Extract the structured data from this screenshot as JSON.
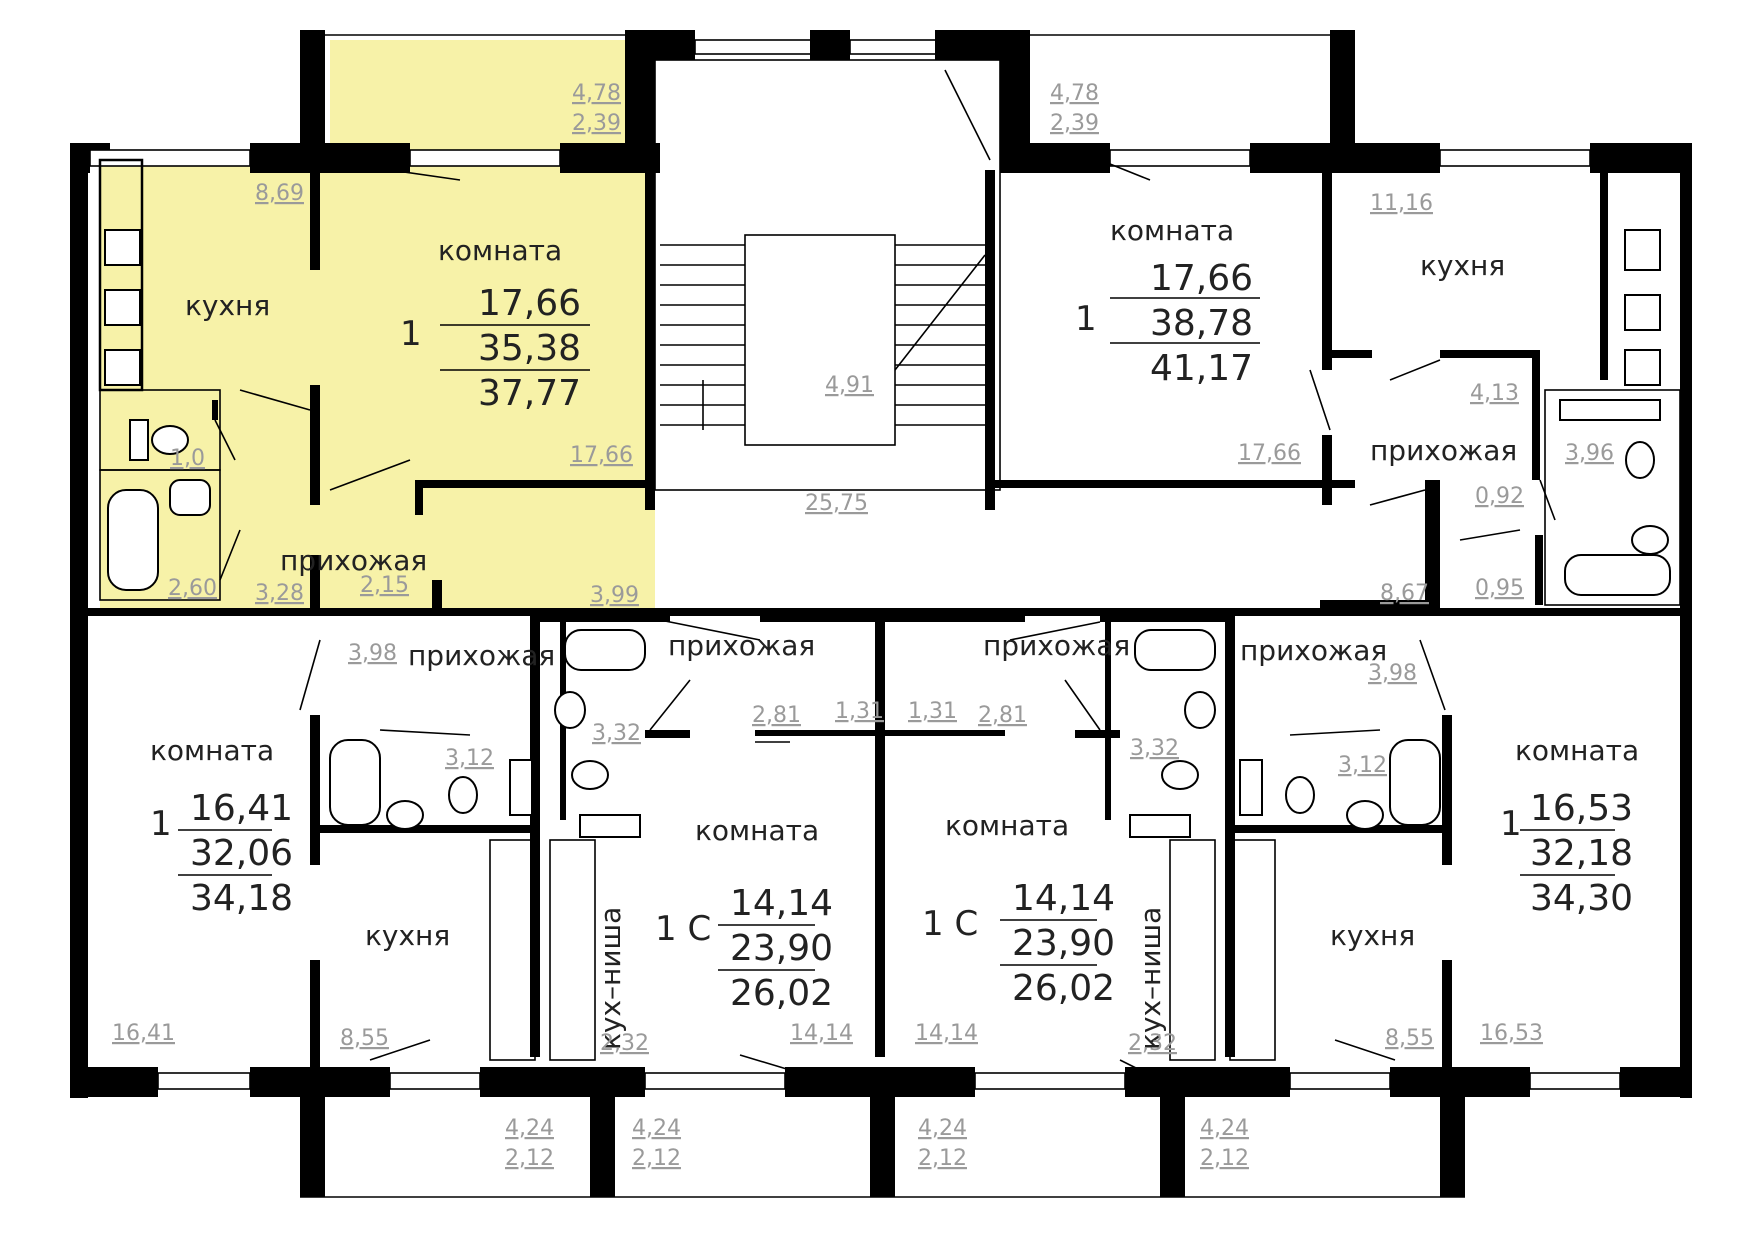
{
  "plan": {
    "highlight_color": "#f7f2a8",
    "wall_color": "#000000",
    "secondary_text_color": "#9a9a9a",
    "apartments": [
      {
        "id": "a1",
        "rooms": "1",
        "living": "17,66",
        "total": "35,38",
        "total_with_balcony": "37,77"
      },
      {
        "id": "a2",
        "rooms": "1",
        "living": "17,66",
        "total": "38,78",
        "total_with_balcony": "41,17"
      },
      {
        "id": "a3",
        "rooms": "1",
        "living": "16,41",
        "total": "32,06",
        "total_with_balcony": "34,18"
      },
      {
        "id": "a4",
        "rooms": "1 С",
        "living": "14,14",
        "total": "23,90",
        "total_with_balcony": "26,02"
      },
      {
        "id": "a5",
        "rooms": "1 С",
        "living": "14,14",
        "total": "23,90",
        "total_with_balcony": "26,02"
      },
      {
        "id": "a6",
        "rooms": "1",
        "living": "16,53",
        "total": "32,18",
        "total_with_balcony": "34,30"
      }
    ],
    "room_labels": {
      "a1_room": "комната",
      "a1_kitchen": "кухня",
      "a1_hall": "прихожая",
      "a2_room": "комната",
      "a2_kitchen": "кухня",
      "a2_hall": "прихожая",
      "a3_room": "комната",
      "a3_kitchen": "кухня",
      "a3_hall": "прихожая",
      "a4_room": "комната",
      "a4_hall": "прихожая",
      "a4_niche": "кух–ниша",
      "a5_room": "комната",
      "a5_hall": "прихожая",
      "a5_niche": "кух–ниша",
      "a6_room": "комната",
      "a6_kitchen": "кухня",
      "a6_hall": "прихожая"
    },
    "areas": {
      "a1_balcony": "4,78",
      "a1_balcony_red": "2,39",
      "a1_kitchen": "8,69",
      "a1_wc": "1,0",
      "a1_bath": "2,60",
      "a1_hall": "3,28",
      "a1_hall2": "2,15",
      "a1_room": "17,66",
      "a2_balcony": "4,78",
      "a2_balcony_red": "2,39",
      "a2_kitchen": "11,16",
      "a2_room": "17,66",
      "a2_hall": "4,13",
      "a2_bath": "3,96",
      "a2_wc": "0,92",
      "a2_wc2": "0,95",
      "a2_hall2": "8,67",
      "stair": "4,91",
      "corridor": "25,75",
      "a3_hall": "3,98",
      "a3_bath": "3,12",
      "a3_room": "16,41",
      "a3_kitchen": "8,55",
      "a4_hall": "3,99",
      "a4_bath": "3,32",
      "a4_closet": "2,81",
      "a4_closet2": "1,31",
      "a4_niche": "2,32",
      "a4_room": "14,14",
      "a5_closet": "1,31",
      "a5_closet2": "2,81",
      "a5_bath": "3,32",
      "a5_niche": "2,32",
      "a5_room": "14,14",
      "a6_hall": "3,98",
      "a6_bath": "3,12",
      "a6_kitchen": "8,55",
      "a6_room": "16,53",
      "b1": "4,24",
      "b1r": "2,12",
      "b2": "4,24",
      "b2r": "2,12",
      "b3": "4,24",
      "b3r": "2,12",
      "b4": "4,24",
      "b4r": "2,12"
    }
  }
}
